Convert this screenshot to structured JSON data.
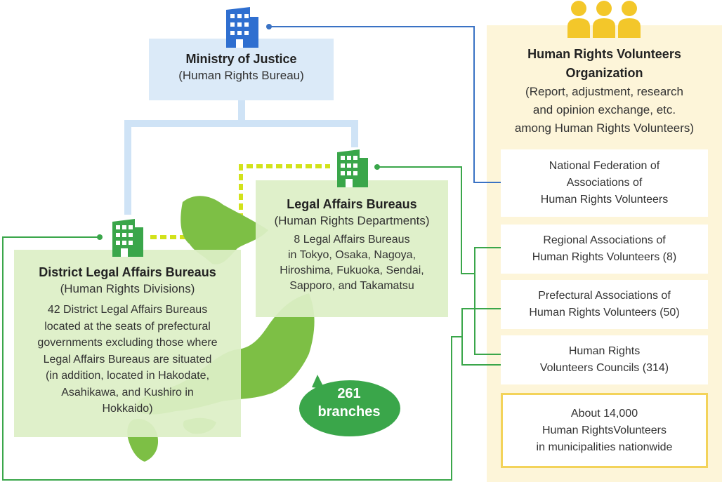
{
  "ministry": {
    "title": "Ministry of Justice",
    "subtitle": "(Human Rights Bureau)"
  },
  "legal_affairs": {
    "title": "Legal Affairs Bureaus",
    "subtitle": "(Human Rights Departments)",
    "lines": [
      "8 Legal Affairs Bureaus",
      "in Tokyo, Osaka, Nagoya,",
      "Hiroshima, Fukuoka, Sendai,",
      "Sapporo, and Takamatsu"
    ]
  },
  "district": {
    "title": "District Legal Affairs Bureaus",
    "subtitle": "(Human Rights Divisions)",
    "lines": [
      "42 District Legal Affairs Bureaus",
      "located at the seats of prefectural",
      "governments excluding those where",
      "Legal Affairs Bureaus are situated",
      "(in addition, located in Hakodate,",
      "Asahikawa, and Kushiro in",
      "Hokkaido)"
    ]
  },
  "branches": {
    "count": "261",
    "label": "branches"
  },
  "volunteers": {
    "title_lines": [
      "Human Rights Volunteers",
      "Organization"
    ],
    "desc_lines": [
      "(Report, adjustment, research",
      "and opinion exchange, etc.",
      "among Human Rights Volunteers)"
    ],
    "items": [
      {
        "lines": [
          "National Federation of",
          "Associations of",
          "Human Rights Volunteers"
        ]
      },
      {
        "lines": [
          "Regional Associations of",
          "Human Rights Volunteers (8)"
        ]
      },
      {
        "lines": [
          "Prefectural Associations of",
          "Human Rights Volunteers (50)"
        ]
      },
      {
        "lines": [
          "Human Rights",
          "Volunteers Councils (314)"
        ]
      }
    ],
    "total": {
      "lines": [
        "About 14,000",
        "Human RightsVolunteers",
        "in municipalities nationwide"
      ]
    }
  },
  "colors": {
    "blue_line": "#3a72c4",
    "light_blue": "#cfe3f6",
    "green_line": "#3aa64a",
    "yellow_green_dash": "#d2e21b",
    "map_green": "#7dbf45",
    "building_blue": "#2f6fd0",
    "building_green": "#3aa64a",
    "people_yellow": "#f3c72a"
  }
}
